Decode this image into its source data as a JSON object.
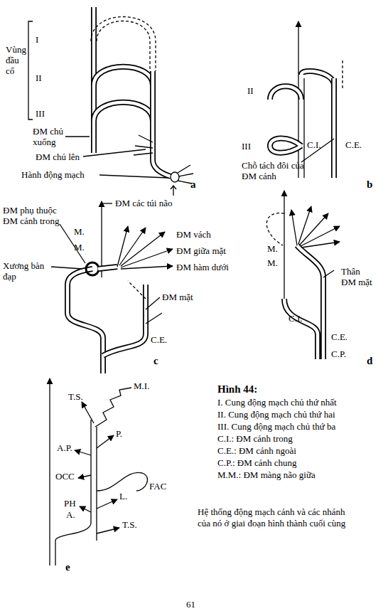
{
  "diagram": {
    "caption": "Hệ thống động mạch cảnh và các nhánh của nó ở giai đoạn hình thành cuối cùng",
    "nodes": [],
    "edges": [],
    "labels": [
      "I",
      "Vùng đầu cổ",
      "II",
      "ĐM chủ xuống",
      "III",
      "ĐM chủ lên",
      "Hành động mạch",
      "a",
      "II",
      "III",
      "C.I.",
      "C.E.",
      "Chỗ tách đôi của ĐM cảnh",
      "b",
      "ĐM các túi não",
      "ĐM phụ thuộc ĐM cảnh trong",
      "M.",
      "M.",
      "ĐM vách",
      "ĐM giữa mặt",
      "Xương bàn đạp",
      "ĐM hàm dưới",
      "ĐM mặt",
      "C.E.",
      "c",
      "M.",
      "M.",
      "Thân ĐM mặt",
      "C.I.",
      "C.E.",
      "C.P.",
      "d",
      "T.S.",
      "M.I.",
      "A.P.",
      "P.",
      "OCC",
      "FAC",
      "PH",
      "A.",
      "L.",
      "T.S.",
      "e",
      "Hình 44:",
      "I. Cung động mạch chủ thứ nhất",
      "II. Cung động mạch chủ thứ hai",
      "III. Cung động mạch chủ thứ ba",
      "C.I.: ĐM cảnh trong",
      "C.E.: ĐM cảnh ngoài",
      "C.P.: ĐM cảnh chung",
      "M.M.: ĐM màng não giữa",
      "61"
    ]
  }
}
